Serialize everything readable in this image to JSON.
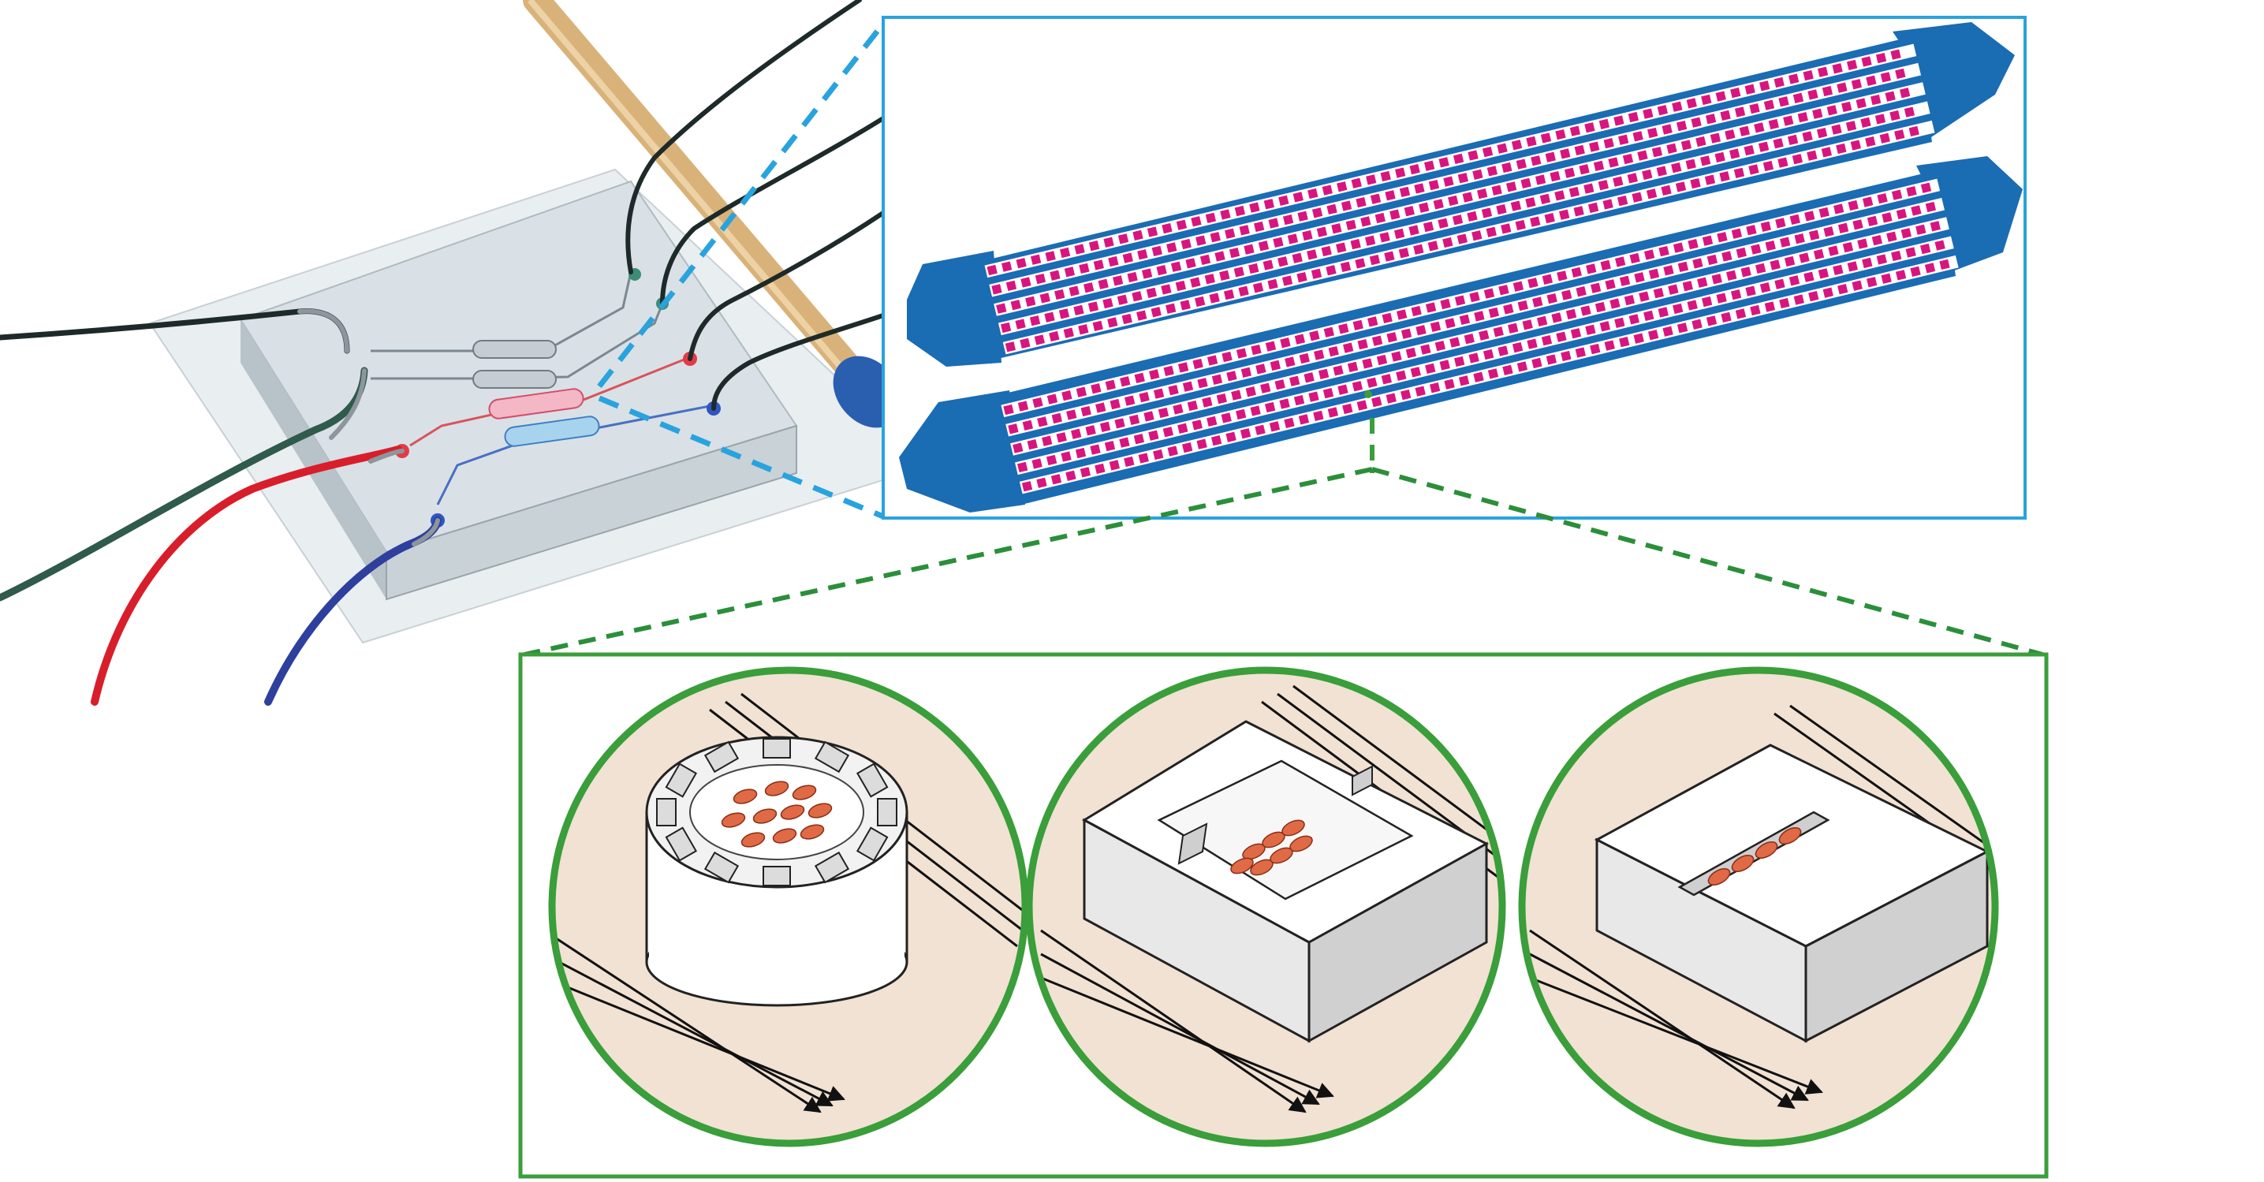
{
  "colors": {
    "chip_glass": "#dfe6ea",
    "chip_edge": "#b9c3c9",
    "wire_red": "#d81e2a",
    "wire_blue": "#2f3f9e",
    "wire_dark": "#1e2a2a",
    "wire_teal": "#2f5a4c",
    "swab_stick": "#d9b27a",
    "swab_tip": "#2a5fb0",
    "zoom_blue": "#29a3dd",
    "zoom_green": "#3a9e3a",
    "channel_blue": "#1a6cb3",
    "trap_magenta": "#d8157f",
    "trap_white": "#ffffff",
    "inset_bg": "#f1e2d3",
    "cell_orange": "#e06a45"
  },
  "panels": [
    {
      "name": "chip-photo",
      "type": "microfluidic-chip"
    },
    {
      "name": "channel-zoom",
      "type": "trap-array",
      "channels": 2,
      "trap_rows_per_channel": 5
    },
    {
      "name": "trap-insets",
      "count": 3,
      "traps": [
        "cylindrical-pillar-trap",
        "rectangular-chamber-trap",
        "slit-trap"
      ]
    }
  ]
}
